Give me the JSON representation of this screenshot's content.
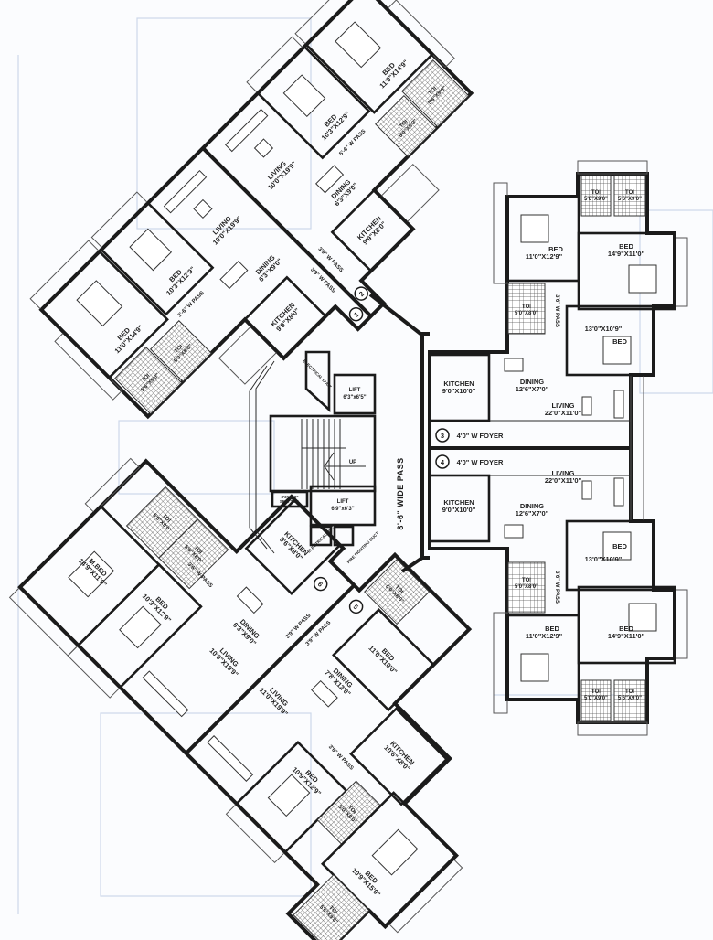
{
  "colors": {
    "line": "#1b1b1b",
    "paper": "#fbfcfe",
    "watermark": "#cdd8ea"
  },
  "units": {
    "u1": {
      "number": "1",
      "living": {
        "name": "LIVING",
        "size": "10'0\"X19'9\""
      },
      "dining": {
        "name": "DINING",
        "size": "6'3\"X9'0\""
      },
      "bed_a": {
        "name": "BED",
        "size": "10'3\"X12'9\""
      },
      "bed_b": {
        "name": "BED",
        "size": "11'0\"X14'9\""
      },
      "kitchen": {
        "name": "KITCHEN",
        "size": "9'9\"X8'0\""
      },
      "toi_a": {
        "name": "TOI",
        "size": "5'0\"X8'0\""
      },
      "toi_b": {
        "name": "TOI",
        "size": "5'6\"X9'0\""
      },
      "pass": "3'-6\" W PASS",
      "entry_pass": "3'9\" W PASS"
    },
    "u2": {
      "number": "2",
      "living": {
        "name": "LIVING",
        "size": "10'0\"X19'9\""
      },
      "dining": {
        "name": "DINING",
        "size": "6'3\"X9'0\""
      },
      "bed_a": {
        "name": "BED",
        "size": "10'3\"X12'9\""
      },
      "bed_b": {
        "name": "BED",
        "size": "11'0\"X14'9\""
      },
      "kitchen": {
        "name": "KITCHEN",
        "size": "9'9\"X8'0\""
      },
      "toi_a": {
        "name": "TOI",
        "size": "5'0\"X8'0\""
      },
      "toi_b": {
        "name": "TOI",
        "size": "5'6\"X9'0\""
      },
      "pass": "5'-6\" W PASS",
      "entry_pass": "3'9\" W PASS"
    },
    "u3": {
      "number": "3",
      "foyer": "4'0\" W FOYER",
      "living": {
        "name": "LIVING",
        "size": "22'0\"X11'0\""
      },
      "dining": {
        "name": "DINING",
        "size": "12'6\"X7'0\""
      },
      "kitchen": {
        "name": "KITCHEN",
        "size": "9'0\"X10'0\""
      },
      "bed_a": {
        "name": "BED",
        "size": "11'0\"X12'9\""
      },
      "bed_b": {
        "name": "BED",
        "size": "14'9\"X11'0\""
      },
      "bed_c": {
        "name": "BED",
        "size": "13'0\"X10'9\""
      },
      "toi_a": {
        "name": "TOI",
        "size": "5'0\"X8'0\""
      },
      "toi_b": {
        "name": "TOI",
        "size": "5'0\"X9'0\""
      },
      "toi_c": {
        "name": "TOI",
        "size": "5'6\"X9'0\""
      },
      "pass": "3'6\" W PASS"
    },
    "u4": {
      "number": "4",
      "foyer": "4'0\" W FOYER",
      "living": {
        "name": "LIVING",
        "size": "22'0\"X11'0\""
      },
      "dining": {
        "name": "DINING",
        "size": "12'6\"X7'0\""
      },
      "kitchen": {
        "name": "KITCHEN",
        "size": "9'0\"X10'0\""
      },
      "bed_a": {
        "name": "BED",
        "size": "11'0\"X12'9\""
      },
      "bed_b": {
        "name": "BED",
        "size": "14'9\"X11'0\""
      },
      "bed_c": {
        "name": "BED",
        "size": "13'0\"X10'9\""
      },
      "toi_a": {
        "name": "TOI",
        "size": "5'0\"X8'0\""
      },
      "toi_b": {
        "name": "TOI",
        "size": "5'0\"X9'0\""
      },
      "toi_c": {
        "name": "TOI",
        "size": "5'6\"X9'0\""
      },
      "pass": "3'6\" W PASS"
    },
    "u5": {
      "number": "5",
      "living": {
        "name": "LIVING",
        "size": "11'0\"X19'9\""
      },
      "dining": {
        "name": "DINING",
        "size": "7'8\"X12'0\""
      },
      "kitchen": {
        "name": "KITCHEN",
        "size": "10'6\"X8'0\""
      },
      "bed_a": {
        "name": "BED",
        "size": "11'0\"X10'0\""
      },
      "bed_b": {
        "name": "BED",
        "size": "10'9\"X12'9\""
      },
      "bed_c": {
        "name": "BED",
        "size": "10'9\"X15'0\""
      },
      "toi_a": {
        "name": "TOI",
        "size": "5'0\"X8'0\""
      },
      "toi_b": {
        "name": "TOI",
        "size": "5'0\"X8'0\""
      },
      "toi_c": {
        "name": "TOI",
        "size": "5'6\"X9'0\""
      },
      "pass": "3'6\" W PASS",
      "entry_pass": "3'9\" W PASS"
    },
    "u6": {
      "number": "6",
      "living": {
        "name": "LIVING",
        "size": "10'0\"X19'9\""
      },
      "dining": {
        "name": "DINING",
        "size": "6'3\"X9'0\""
      },
      "kitchen": {
        "name": "KITCHEN",
        "size": "9'6\"X8'0\""
      },
      "bed_a": {
        "name": "BED",
        "size": "10'3\"X12'9\""
      },
      "bed_m": {
        "name": "M.BED",
        "size": "14'9\"X11'0\""
      },
      "toi_a": {
        "name": "TOI",
        "size": "5'0\"X8'0\""
      },
      "toi_b": {
        "name": "TOI",
        "size": "5'6\"X9'0\""
      },
      "pass": "3'6\" W PASS",
      "entry_pass": "3'9\" W PASS"
    }
  },
  "core": {
    "corridor": "8'-6\" WIDE PASS",
    "lift_a": {
      "name": "LIFT",
      "size": "6'3\"x6'5\""
    },
    "lift_b": {
      "name": "LIFT",
      "size": "6'9\"x6'3\""
    },
    "stair": "UP",
    "ser_room": {
      "size": "3'3\"x5'0\"",
      "name": "SER. TDR."
    },
    "elec_duct_a": "ELECTRICAL DUCT",
    "elec_duct_b": "ELECTRICAL DUCT",
    "fire_duct": "FIRE FIGHTING DUCT"
  }
}
